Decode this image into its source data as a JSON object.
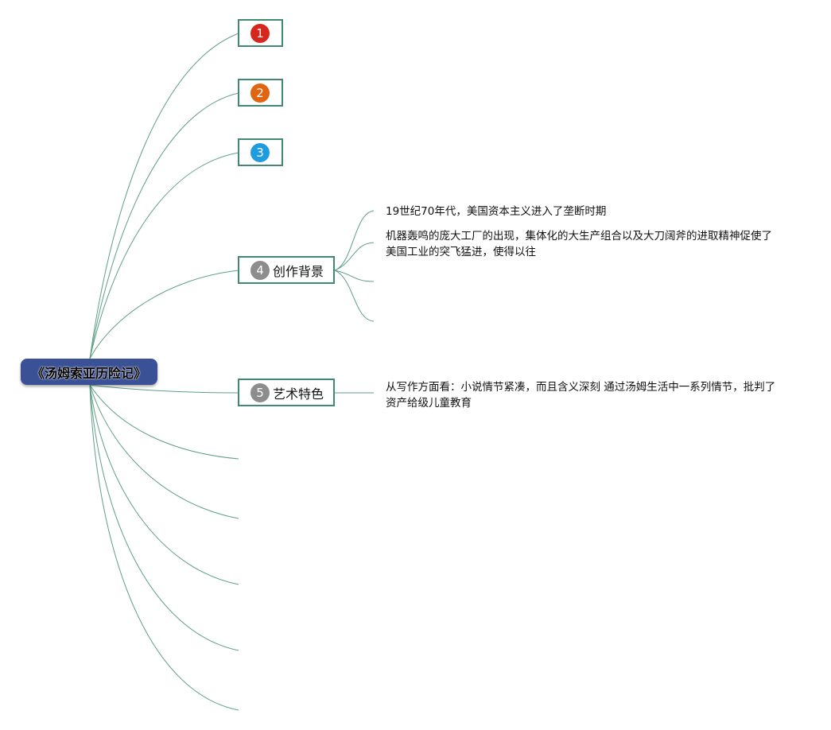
{
  "root": {
    "title": "《汤姆索亚历险记》"
  },
  "colors": {
    "root_bg": "#3b5196",
    "line": "#5f9f86",
    "node_border": "#3f8a70",
    "badge_1": "#d7261b",
    "badge_2": "#e06412",
    "badge_3": "#1f9be0",
    "badge_gray": "#8d8d8d"
  },
  "nodes": [
    {
      "badge": "1",
      "label": ""
    },
    {
      "badge": "2",
      "label": ""
    },
    {
      "badge": "3",
      "label": ""
    },
    {
      "badge": "4",
      "label": "创作背景"
    },
    {
      "badge": "5",
      "label": "艺术特色"
    }
  ],
  "background_details": [
    "19世纪70年代，美国资本主义进入了垄断时期",
    "机器轰鸣的庞大工厂的出现，集体化的大生产组合以及大刀阔斧的进取精神促使了美国工业的突飞猛进，使得以往"
  ],
  "art_details": [
    "从写作方面看：小说情节紧凑，而且含义深刻 通过汤姆生活中一系列情节，批判了资产给级儿童教育"
  ]
}
